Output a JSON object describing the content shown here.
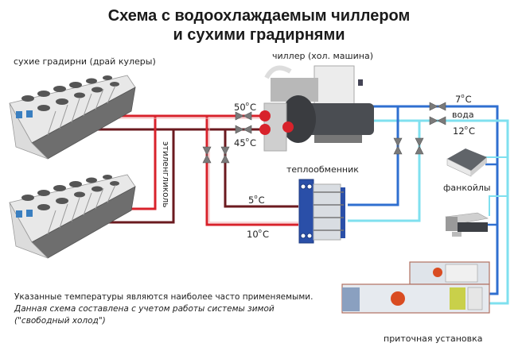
{
  "title": {
    "line1": "Схема с водоохлаждаемым чиллером",
    "line2": "и сухими градирнями"
  },
  "labels": {
    "dry_coolers": "сухие градирни (драй кулеры)",
    "chiller": "чиллер (хол. машина)",
    "heat_exchanger": "теплообменник",
    "fancoils": "фанкойлы",
    "ahu": "приточная установка",
    "glycol": "этиленгликоль",
    "water": "вода"
  },
  "temperatures": {
    "glycol_hot": {
      "value": "50",
      "unit": "C"
    },
    "glycol_return": {
      "value": "45",
      "unit": "C"
    },
    "hx_out": {
      "value": "5",
      "unit": "C"
    },
    "hx_in": {
      "value": "10",
      "unit": "C"
    },
    "water_supply": {
      "value": "7",
      "unit": "C"
    },
    "water_return": {
      "value": "12",
      "unit": "C"
    },
    "degree": "o"
  },
  "notes": {
    "line1": "Указанные температуры являются наиболее часто применяемыми.",
    "line2": "Данная схема составлена с учетом работы системы зимой",
    "line3": "(\"свободный холод\")"
  },
  "colors": {
    "hot_pipe": "#d8222b",
    "return_pipe": "#6b1a1f",
    "cold_pipe": "#2f6fd0",
    "warm_water_pipe": "#7fe0ef",
    "valve": "#7a7a7a"
  }
}
